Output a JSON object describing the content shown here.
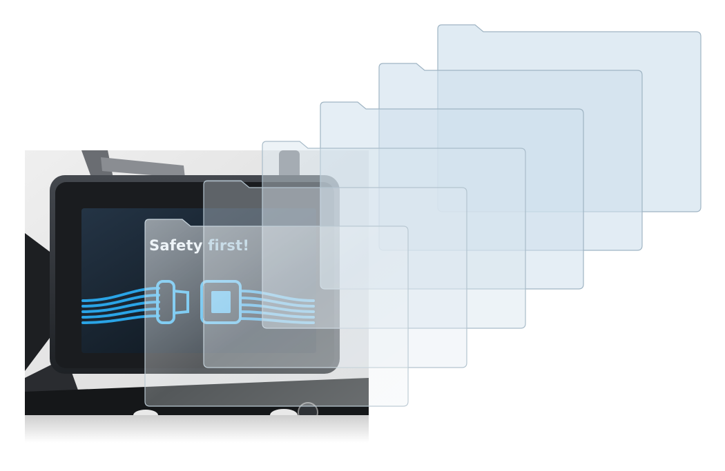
{
  "caption": {
    "word1": "Safety",
    "word2": "first!"
  },
  "colors": {
    "film_fill": "#cfe0ec",
    "film_edge": "#9fb4c3",
    "screen_glow": "#2aa4e6",
    "display_bezel": "#2b2e33"
  },
  "icons": {
    "seatbelt_buckle": "seatbelt-buckle-icon",
    "seatbelt_latch": "seatbelt-latch-icon"
  },
  "film_count": 6
}
